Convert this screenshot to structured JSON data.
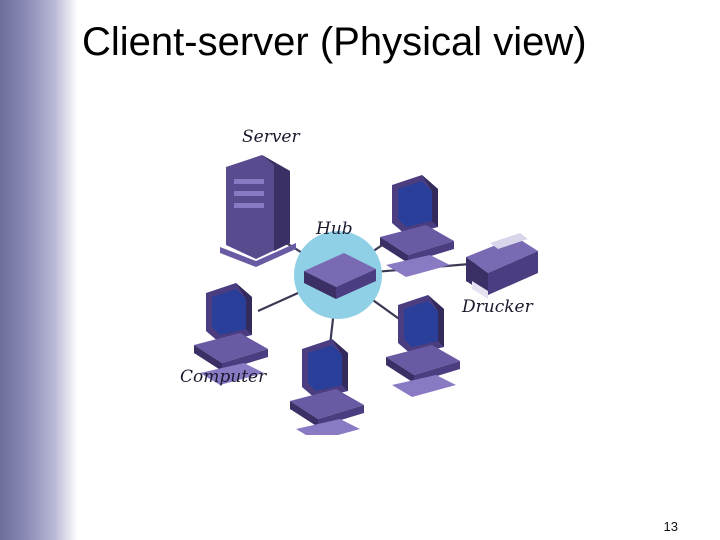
{
  "slide": {
    "title": "Client-server (Physical view)",
    "page_number": "13"
  },
  "diagram": {
    "labels": {
      "server": "Server",
      "hub": "Hub",
      "printer": "Drucker",
      "computer": "Computer"
    },
    "nodes": [
      {
        "name": "server",
        "icon": "server-tower-icon"
      },
      {
        "name": "hub",
        "icon": "network-hub-icon"
      },
      {
        "name": "computer-top-right",
        "icon": "desktop-computer-icon"
      },
      {
        "name": "printer",
        "icon": "printer-icon"
      },
      {
        "name": "computer-bottom-right",
        "icon": "desktop-computer-icon"
      },
      {
        "name": "computer-bottom-center",
        "icon": "desktop-computer-icon"
      },
      {
        "name": "computer-left",
        "icon": "desktop-computer-icon"
      }
    ],
    "colors": {
      "device": "#5a4a8e",
      "device_dark": "#3b2f66",
      "screen": "#2a3f9a",
      "hub_halo": "#8fd0e6",
      "link": "#3a3a55"
    }
  }
}
